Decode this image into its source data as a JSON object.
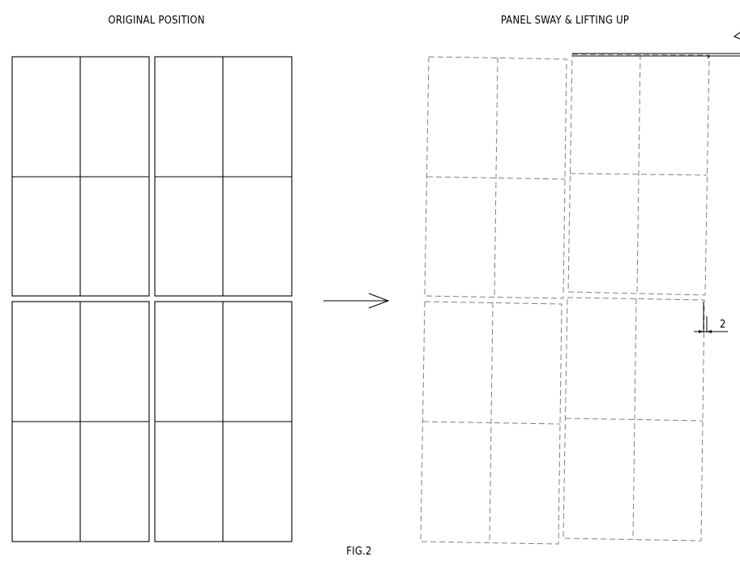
{
  "labels": {
    "original": "ORIGINAL POSITION",
    "sway": "PANEL SWAY & LIFTING UP",
    "figure": "FIG.2",
    "dimension": "2"
  },
  "colors": {
    "solid_line": "#000000",
    "dashed_line": "#808080",
    "background": "#ffffff"
  }
}
